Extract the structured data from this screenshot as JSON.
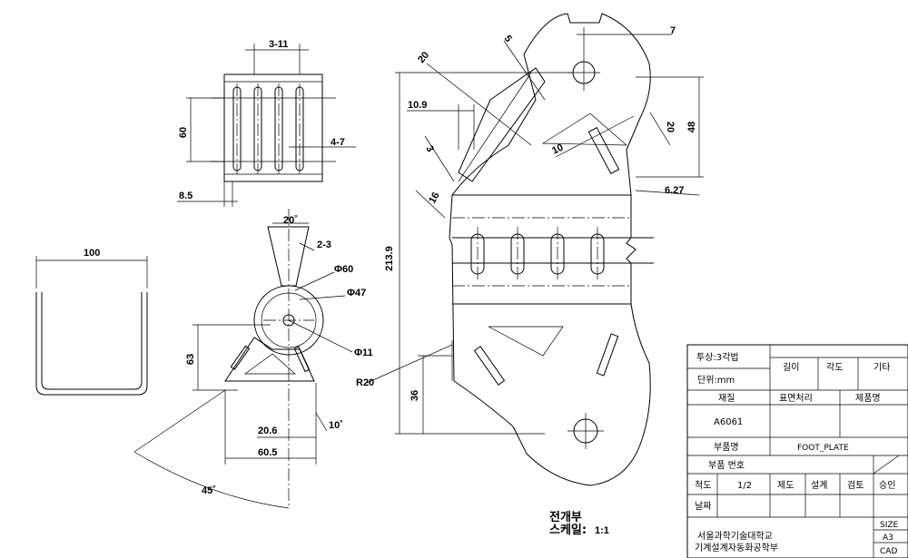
{
  "dimensions": {
    "d_3_11": "3-11",
    "d_60": "60",
    "d_4_7": "4-7",
    "d_8_5": "8.5",
    "d_100": "100",
    "d_20deg": "20˚",
    "d_2_3": "2-3",
    "d_phi60": "Φ60",
    "d_phi47": "Φ47",
    "d_phi11": "Φ11",
    "d_63": "63",
    "d_20_6": "20.6",
    "d_60_5": "60.5",
    "d_10deg": "10˚",
    "d_45deg": "45˚",
    "d_20a": "20",
    "d_5": "5",
    "d_10_9": "10.9",
    "d_3": "3",
    "d_16": "16",
    "d_213_9": "213.9",
    "d_r20": "R20",
    "d_36": "36",
    "d_7": "7",
    "d_20b": "20",
    "d_48": "48",
    "d_10": "10",
    "d_6_27": "6.27"
  },
  "view_label": {
    "title": "전개부",
    "scale_label": "스케일:",
    "scale_value": "1:1"
  },
  "title_block": {
    "projection": "투상:3각법",
    "unit": "단위:mm",
    "length": "길이",
    "angle": "각도",
    "other": "기타",
    "material_label": "재질",
    "finish_label": "표면처리",
    "product_label": "제품명",
    "material_value": "A6061",
    "part_name_label": "부품명",
    "part_name_value": "FOOT_PLATE",
    "part_no_label": "부품 번호",
    "scale_label": "척도",
    "scale_value": "1/2",
    "drawn": "제도",
    "design": "설계",
    "check": "검토",
    "approve": "승인",
    "date_label": "날짜",
    "school": "서울과학기술대학교",
    "department": "기계설계자동화공학부",
    "size_label": "SIZE",
    "size_value": "A3",
    "cad_label": "CAD"
  }
}
